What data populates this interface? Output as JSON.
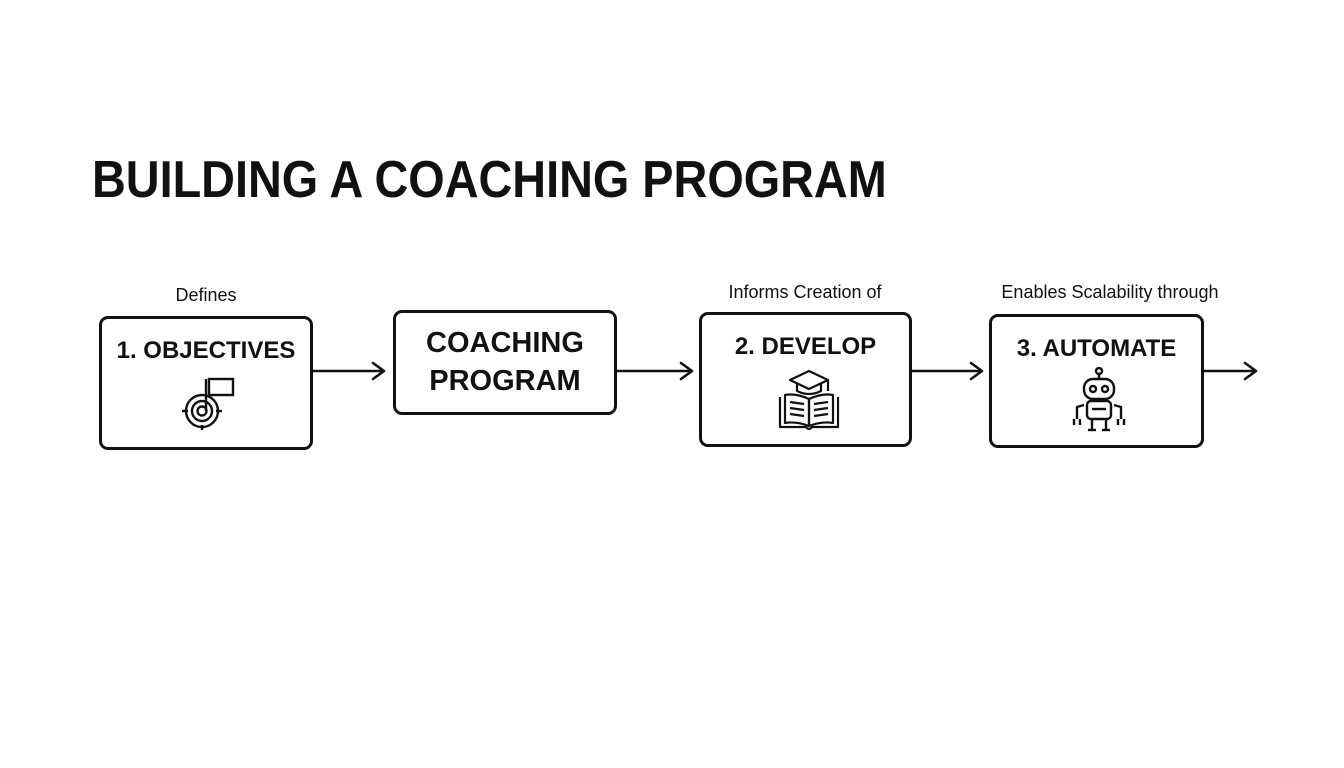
{
  "title": "BUILDING A COACHING PROGRAM",
  "nodes": {
    "objectives": {
      "label": "1. OBJECTIVES",
      "icon": "target-flag-icon"
    },
    "program": {
      "label_line1": "COACHING",
      "label_line2": "PROGRAM"
    },
    "develop": {
      "label": "2. DEVELOP",
      "icon": "graduation-book-icon"
    },
    "automate": {
      "label": "3. AUTOMATE",
      "icon": "robot-icon"
    }
  },
  "edges": {
    "defines": "Defines",
    "informs": "Informs Creation of",
    "enables": "Enables Scalability through"
  },
  "colors": {
    "stroke": "#111111",
    "background": "#ffffff"
  }
}
